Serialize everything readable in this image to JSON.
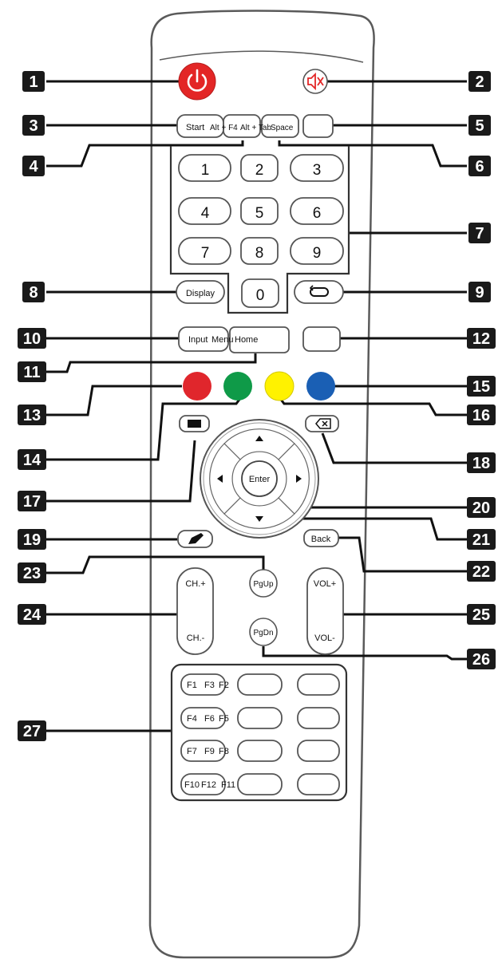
{
  "callouts": [
    "1",
    "2",
    "3",
    "4",
    "5",
    "6",
    "7",
    "8",
    "9",
    "10",
    "11",
    "12",
    "13",
    "14",
    "15",
    "16",
    "17",
    "18",
    "19",
    "20",
    "21",
    "22",
    "23",
    "24",
    "25",
    "26",
    "27"
  ],
  "keys": {
    "start": "Start",
    "alt_f4": "Alt + F4",
    "alt_tab": "Alt + Tab",
    "space": "Space",
    "digits": [
      "1",
      "2",
      "3",
      "4",
      "5",
      "6",
      "7",
      "8",
      "9",
      "0"
    ],
    "display": "Display",
    "input": "Input",
    "menu": "Menu",
    "home": "Home",
    "enter": "Enter",
    "back": "Back",
    "pgup": "PgUp",
    "pgdn": "PgDn",
    "ch_plus": "CH.+",
    "ch_minus": "CH.-",
    "vol_plus": "VOL+",
    "vol_minus": "VOL-",
    "f_keys": [
      "F1",
      "F2",
      "F3",
      "F4",
      "F5",
      "F6",
      "F7",
      "F8",
      "F9",
      "F10",
      "F11",
      "F12"
    ]
  },
  "colors": {
    "power": "#e32626",
    "red": "#e0262c",
    "green": "#0f9a48",
    "yellow": "#fff200",
    "blue": "#1a5fb4",
    "mute_icon": "#e32626"
  },
  "icons": [
    "power-icon",
    "mute-icon",
    "loop-icon",
    "screen-icon",
    "backspace-icon",
    "pen-icon",
    "arrow-up-icon",
    "arrow-down-icon",
    "arrow-left-icon",
    "arrow-right-icon"
  ]
}
